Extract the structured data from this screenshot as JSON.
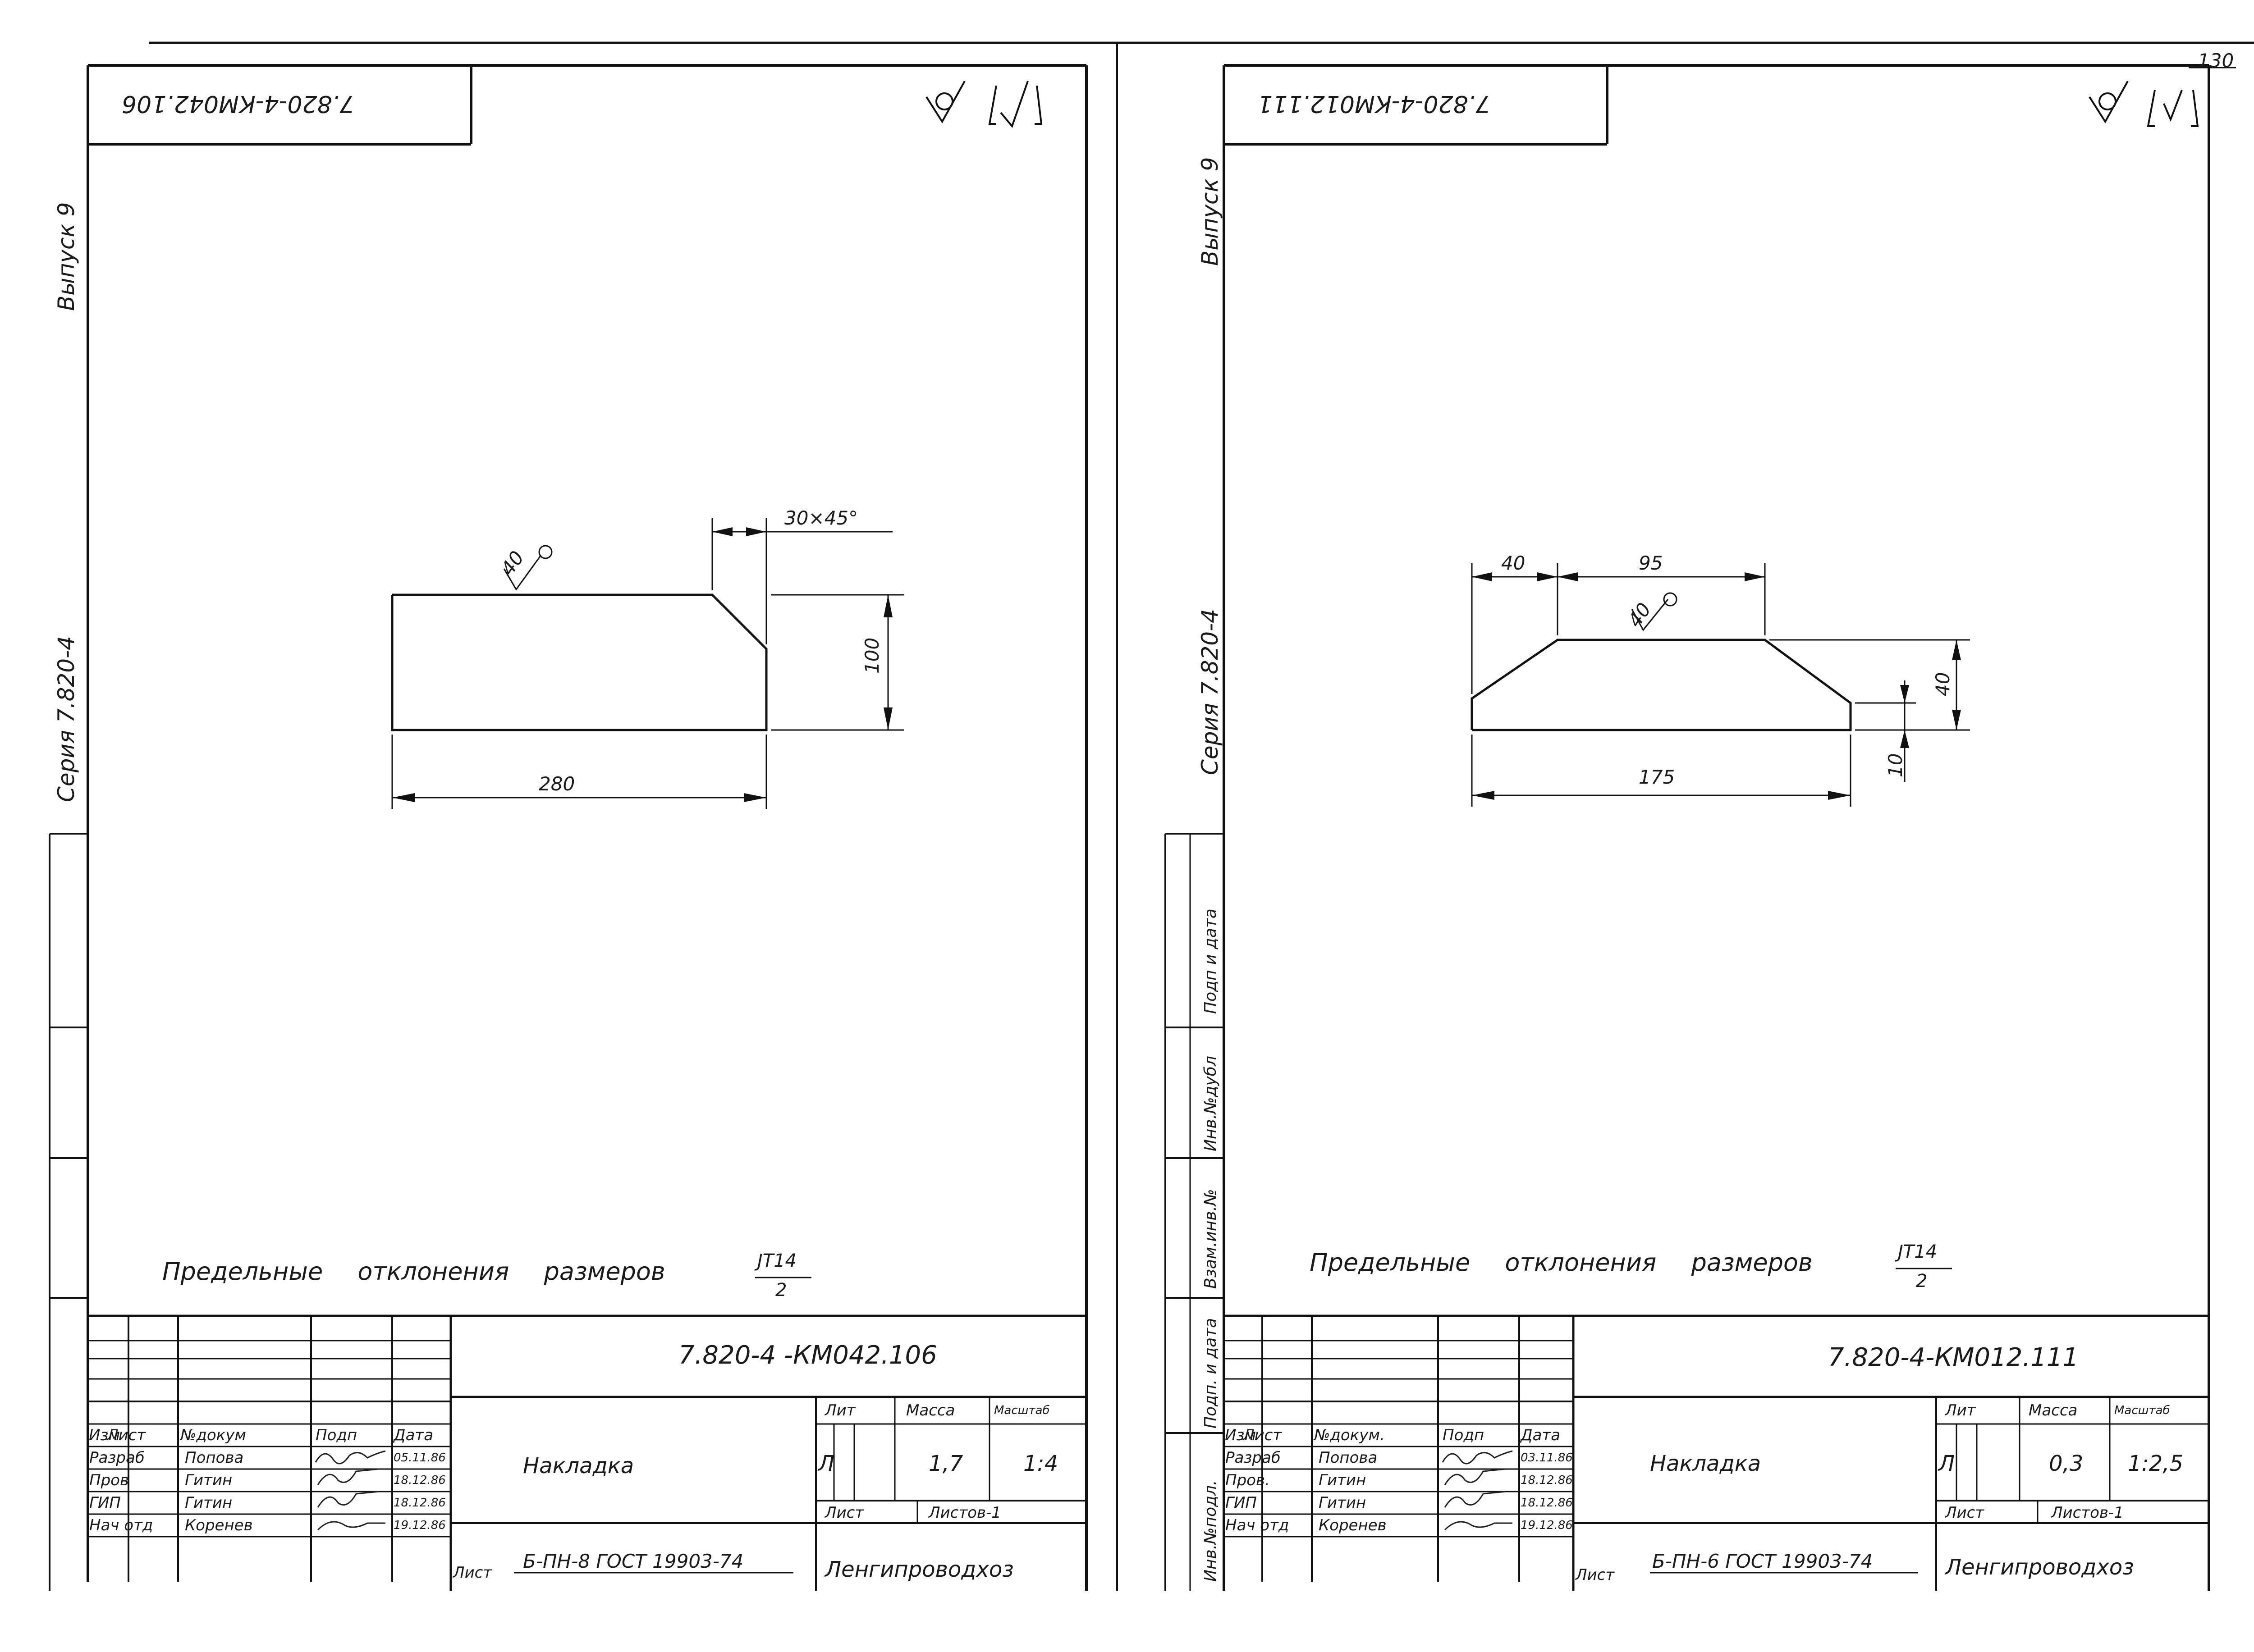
{
  "sheet_number": "130",
  "left": {
    "stamp_code": "7.820-4-КМ042.106",
    "vypusk": "Выпуск 9",
    "seriya": "Серия 7.820-4",
    "roughness": "40",
    "chamfer": "30×45°",
    "dim_width": "280",
    "dim_height": "100",
    "note_prefix": "Предельные отклонения размеров",
    "note_tol_num": "JT14",
    "note_tol_den": "2",
    "doc_code": "7.820-4 -КМ042.106",
    "headers": {
      "izm": "Изм",
      "list": "Лист",
      "doc": "№докум",
      "podp": "Подп",
      "data": "Дата"
    },
    "rows": [
      {
        "role": "Разраб",
        "name": "Попова",
        "date": "05.11.86"
      },
      {
        "role": "Пров",
        "name": "Гитин",
        "date": "18.12.86"
      },
      {
        "role": "ГИП",
        "name": "Гитин",
        "date": "18.12.86"
      },
      {
        "role": "Нач отд",
        "name": "Коренев",
        "date": "19.12.86"
      }
    ],
    "part_name": "Накладка",
    "lit_label": "Лит",
    "massa_label": "Масса",
    "masshtab_label": "Масштаб",
    "lit_value": "Л",
    "massa_value": "1,7",
    "masshtab_value": "1:4",
    "list_label": "Лист",
    "listov_label": "Листов-1",
    "material_prefix": "Лист",
    "material": "Б-ПН-8 ГОСТ 19903-74",
    "org": "Ленгипроводхоз"
  },
  "right": {
    "stamp_code": "7.820-4-КМ012.111",
    "vypusk": "Выпуск 9",
    "seriya": "Серия 7.820-4",
    "roughness": "40",
    "dim_left": "40",
    "dim_top": "95",
    "dim_bottom": "175",
    "dim_height": "40",
    "dim_small": "10",
    "note_prefix": "Предельные отклонения размеров",
    "note_tol_num": "JT14",
    "note_tol_den": "2",
    "doc_code": "7.820-4-КМ012.111",
    "side_labels": [
      "Инв.№подл.",
      "Подп. и дата",
      "Взам.инв.№",
      "Инв.№дубл",
      "Подп и дата"
    ],
    "headers": {
      "izm": "Изм",
      "list": "Лист",
      "doc": "№докум.",
      "podp": "Подп",
      "data": "Дата"
    },
    "rows": [
      {
        "role": "Разраб",
        "name": "Попова",
        "date": "03.11.86"
      },
      {
        "role": "Пров.",
        "name": "Гитин",
        "date": "18.12.86"
      },
      {
        "role": "ГИП",
        "name": "Гитин",
        "date": "18.12.86"
      },
      {
        "role": "Нач отд",
        "name": "Коренев",
        "date": "19.12.86"
      }
    ],
    "part_name": "Накладка",
    "lit_label": "Лит",
    "massa_label": "Масса",
    "masshtab_label": "Масштаб",
    "lit_value": "Л",
    "massa_value": "0,3",
    "masshtab_value": "1:2,5",
    "list_label": "Лист",
    "listov_label": "Листов-1",
    "material_prefix": "Лист",
    "material": "Б-ПН-6 ГОСТ 19903-74",
    "org": "Ленгипроводхоз"
  }
}
